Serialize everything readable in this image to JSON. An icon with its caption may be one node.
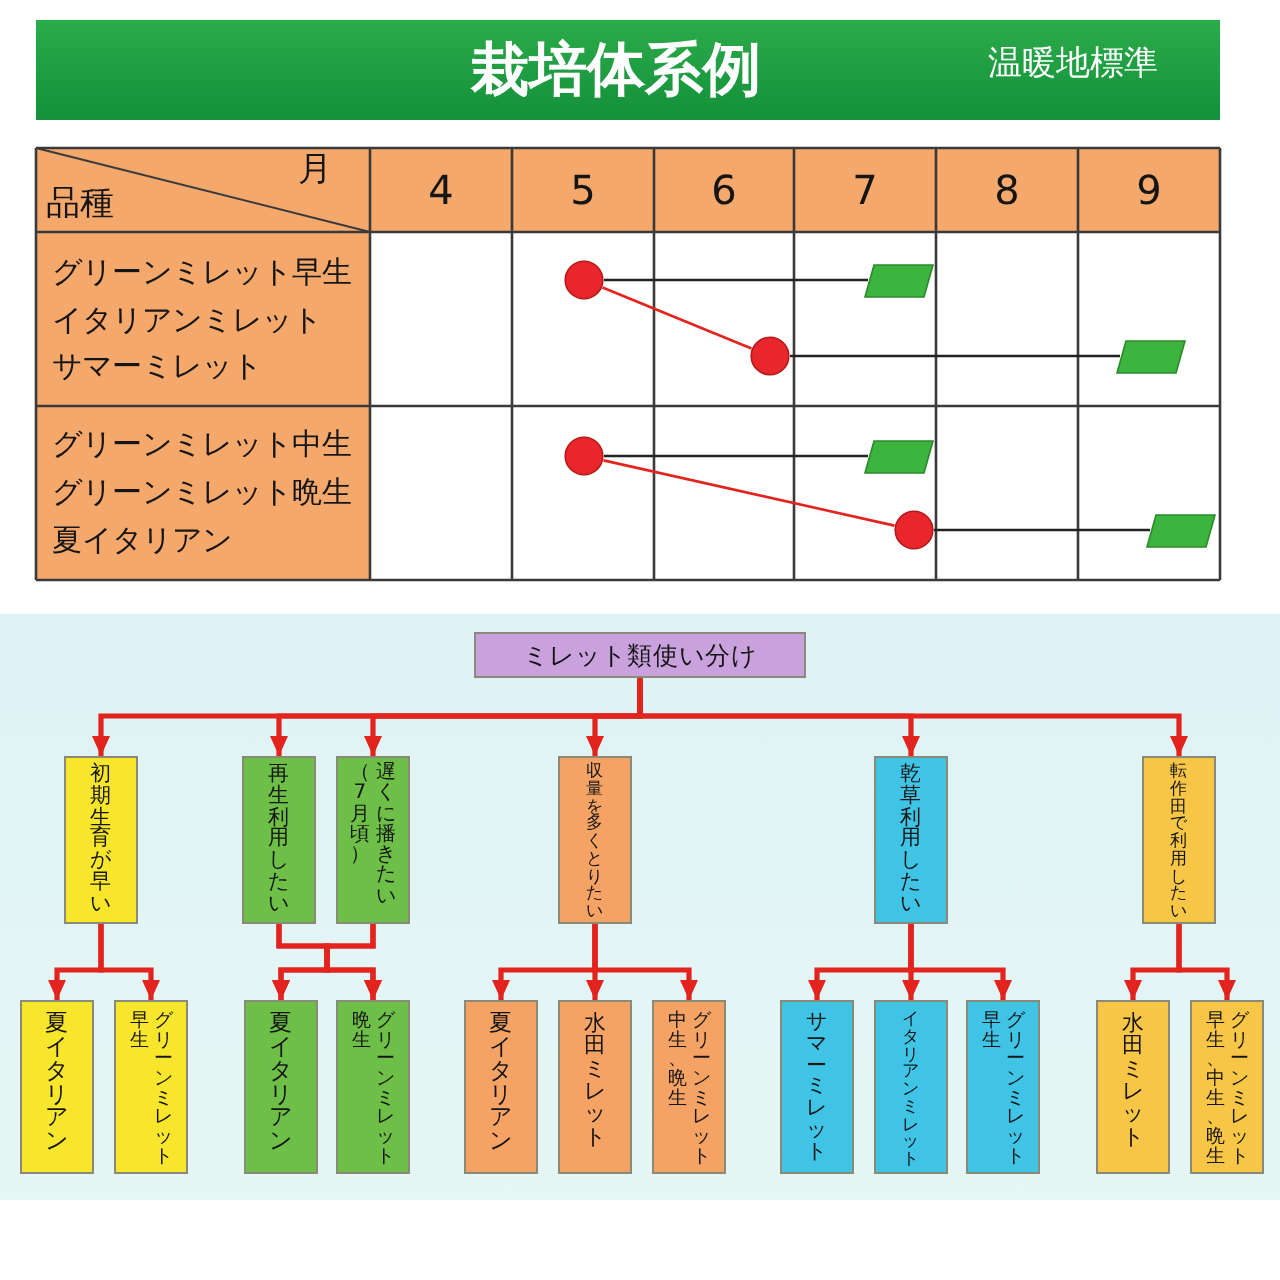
{
  "diagram": {
    "title": "栽培体系例",
    "nodes": [
      {
        "text": [],
        "shape": "circle"
      },
      {
        "text": [],
        "shape": "parallelogram"
      },
      {
        "text": [],
        "shape": "circle"
      },
      {
        "text": [],
        "shape": "parallelogram"
      },
      {
        "text": [],
        "shape": "circle"
      },
      {
        "text": [],
        "shape": "parallelogram"
      },
      {
        "text": [],
        "shape": "circle"
      },
      {
        "text": [],
        "shape": "parallelogram"
      },
      {
        "text": [
          "ミレット類使い分け"
        ]
      },
      {
        "text": [
          "初期生育が早い"
        ]
      },
      {
        "text": [
          "再生利用したい"
        ]
      },
      {
        "text": [
          "遅くに播きたい（7月頃）"
        ]
      },
      {
        "text": [
          "収量を多くとりたい"
        ]
      },
      {
        "text": [
          "乾草利用したい"
        ]
      },
      {
        "text": [
          "転作田で利用したい"
        ]
      },
      {
        "text": [
          "夏イタリアン"
        ]
      },
      {
        "text": [
          "グリーンミレット早生"
        ]
      },
      {
        "text": [
          "夏イタリアン"
        ]
      },
      {
        "text": [
          "グリーンミレット晩生"
        ]
      },
      {
        "text": [
          "夏イタリアン"
        ]
      },
      {
        "text": [
          "水田ミレット"
        ]
      },
      {
        "text": [
          "グリーンミレット中生、晩生"
        ]
      },
      {
        "text": [
          "サマーミレット"
        ]
      },
      {
        "text": [
          "イタリアンミレット"
        ]
      },
      {
        "text": [
          "グリーンミレット早生"
        ]
      },
      {
        "text": [
          "水田ミレット"
        ]
      },
      {
        "text": [
          "グリーンミレット早生、中生、晩生"
        ]
      }
    ],
    "edges": [
      {
        "from": 0,
        "to": 1,
        "arrow": "none",
        "color": "#222222"
      },
      {
        "from": 0,
        "to": 2,
        "arrow": "none"
      },
      {
        "from": 2,
        "to": 3,
        "arrow": "none",
        "color": "#222222"
      },
      {
        "from": 4,
        "to": 5,
        "arrow": "none",
        "color": "#222222"
      },
      {
        "from": 4,
        "to": 6,
        "arrow": "none"
      },
      {
        "from": 6,
        "to": 7,
        "arrow": "none",
        "color": "#222222"
      },
      {
        "from": 8,
        "to": 9,
        "arrow": "to"
      },
      {
        "from": 8,
        "to": 10,
        "arrow": "to"
      },
      {
        "from": 8,
        "to": 11,
        "arrow": "to"
      },
      {
        "from": 8,
        "to": 12,
        "arrow": "to"
      },
      {
        "from": 8,
        "to": 13,
        "arrow": "to"
      },
      {
        "from": 8,
        "to": 14,
        "arrow": "to"
      },
      {
        "from": 9,
        "to": 15,
        "arrow": "to"
      },
      {
        "from": 9,
        "to": 16,
        "arrow": "to"
      },
      {
        "from": 10,
        "to": 17,
        "arrow": "to"
      },
      {
        "from": 10,
        "to": 18,
        "arrow": "to"
      },
      {
        "from": 11,
        "to": 17,
        "arrow": "to"
      },
      {
        "from": 11,
        "to": 18,
        "arrow": "to"
      },
      {
        "from": 12,
        "to": 19,
        "arrow": "to"
      },
      {
        "from": 12,
        "to": 20,
        "arrow": "to"
      },
      {
        "from": 12,
        "to": 21,
        "arrow": "to"
      },
      {
        "from": 13,
        "to": 22,
        "arrow": "to"
      },
      {
        "from": 13,
        "to": 23,
        "arrow": "to"
      },
      {
        "from": 13,
        "to": 24,
        "arrow": "to"
      },
      {
        "from": 14,
        "to": 25,
        "arrow": "to"
      },
      {
        "from": 14,
        "to": 26,
        "arrow": "to"
      }
    ],
    "labels": [
      "温暖地標準",
      "品種",
      "月",
      "4",
      "5",
      "6",
      "7",
      "8",
      "9",
      "グリーンミレット早生",
      "イタリアンミレット",
      "サマーミレット",
      "グリーンミレット中生",
      "グリーンミレット晩生",
      "夏イタリアン"
    ]
  }
}
